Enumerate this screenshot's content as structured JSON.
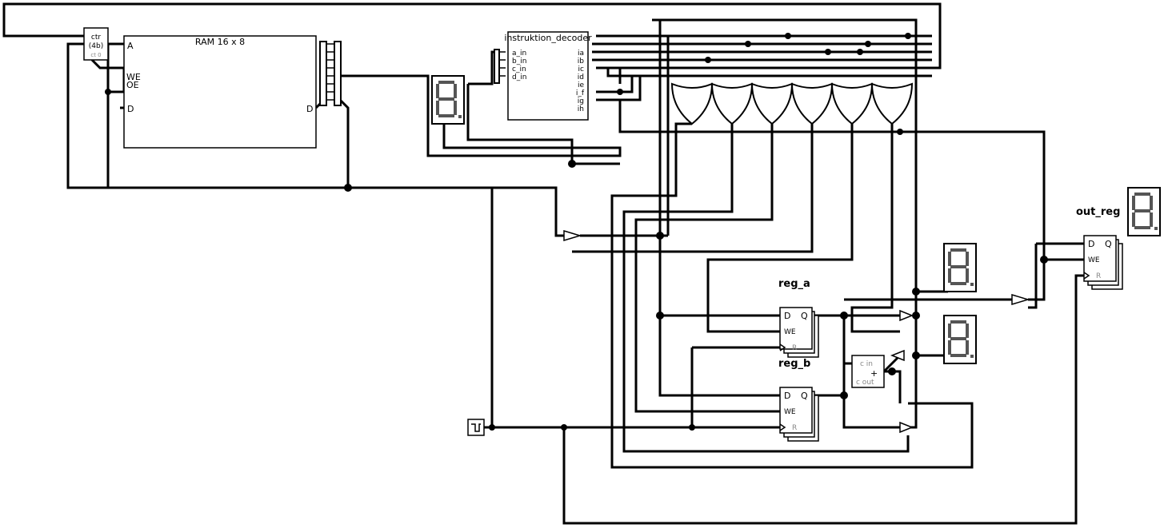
{
  "components": {
    "counter": {
      "line1": "ctr",
      "line2": "(4b)",
      "line3": "ct 0"
    },
    "ram": {
      "title": "RAM 16 x 8",
      "port_a": "A",
      "port_we": "WE",
      "port_oe": "OE",
      "port_d": "D",
      "port_dout": "D"
    },
    "decoder": {
      "title": "instruktion_decoder",
      "inputs": [
        "a_in",
        "b_in",
        "c_in",
        "d_in"
      ],
      "outputs": [
        "ia",
        "ib",
        "ic",
        "id",
        "ie",
        "i_f",
        "ig",
        "ih"
      ]
    },
    "reg_a": {
      "name": "reg_a",
      "d": "D",
      "q": "Q",
      "we": "WE",
      "r": "R"
    },
    "reg_b": {
      "name": "reg_b",
      "d": "D",
      "q": "Q",
      "we": "WE",
      "r": "R"
    },
    "out_reg": {
      "name": "out_reg",
      "d": "D",
      "q": "Q",
      "we": "WE",
      "r": "R"
    },
    "adder": {
      "cin": "c in",
      "cout": "c out",
      "symbol": "+"
    }
  },
  "colors": {
    "wire": "#000000",
    "background": "#ffffff",
    "display_segment": "#555555"
  },
  "icons": [
    "clock-icon",
    "seven-segment-display-icon",
    "tristate-buffer-icon",
    "or-gate-icon"
  ]
}
